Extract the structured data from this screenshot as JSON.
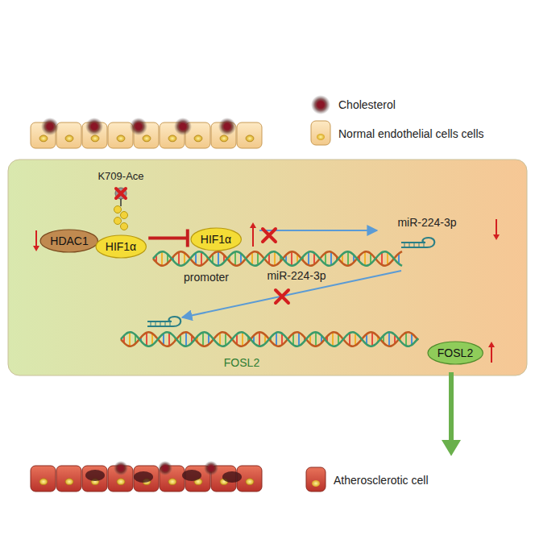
{
  "diagram": {
    "nodes": [
      {
        "text": [
          "HDAC1"
        ]
      },
      {
        "text": [
          "HIF1α"
        ]
      },
      {
        "text": [
          "HIF1α"
        ]
      },
      {
        "text": [
          "FOSL2"
        ]
      }
    ],
    "edges": [
      {
        "from": 1,
        "to": 2,
        "arrow": "to"
      }
    ],
    "labels": [
      "K709-Ace",
      "promoter",
      "miR-224-3p",
      "miR-224-3p",
      "FOSL2"
    ],
    "legend": [
      {
        "text": "Cholesterol"
      },
      {
        "text": "Normal endothelial cells cells"
      },
      {
        "text": "Atherosclerotic cell"
      }
    ]
  }
}
